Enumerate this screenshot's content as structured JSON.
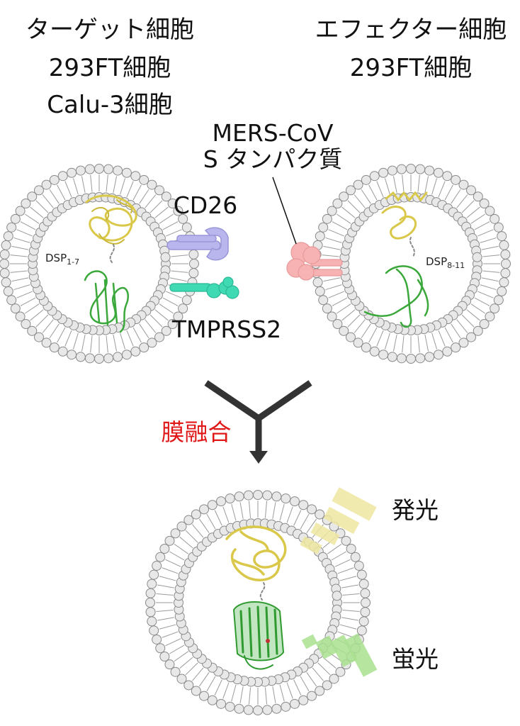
{
  "target_cell": {
    "title": "ターゲット細胞",
    "line2": "293FT細胞",
    "line3": "Calu-3細胞"
  },
  "effector_cell": {
    "title": "エフェクター細胞",
    "line2": "293FT細胞"
  },
  "spike_label": {
    "line1": "MERS-CoV",
    "line2": "S タンパク質"
  },
  "receptor_label": "CD26",
  "protease_label": "TMPRSS2",
  "dsp_left": {
    "base": "DSP",
    "sub": "1-7"
  },
  "dsp_right": {
    "base": "DSP",
    "sub": "8-11"
  },
  "fusion_label": "膜融合",
  "luminescence_label": "発光",
  "fluorescence_label": "蛍光",
  "colors": {
    "membrane_head": "#e8e8e8",
    "membrane_stroke": "#8a8a8a",
    "cd26": "#b9b6ee",
    "tmprss2": "#3fd9b4",
    "spike": "#f7b3b3",
    "luciferase": "#e6d55a",
    "gfp": "#3aa83a",
    "fusion_text": "#e01818",
    "arrow": "#333333"
  }
}
